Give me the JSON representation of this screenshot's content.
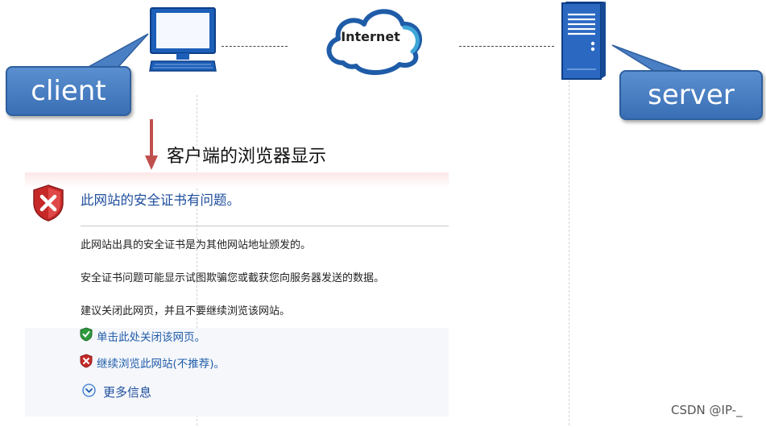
{
  "diagram": {
    "client_label": "client",
    "server_label": "server",
    "internet_label": "Internet",
    "browser_caption": "客户端的浏览器显示"
  },
  "warning": {
    "title": "此网站的安全证书有问题。",
    "line1": "此网站出具的安全证书是为其他网站地址颁发的。",
    "line2": "安全证书问题可能显示试图欺骗您或截获您向服务器发送的数据。",
    "line3": "建议关闭此网页，并且不要继续浏览该网站。",
    "close_link": "单击此处关闭该网页。",
    "continue_link": "继续浏览此网站(不推荐)。",
    "more_info": "更多信息"
  },
  "watermark": "CSDN @IP-_",
  "colors": {
    "callout_blue": "#3a6fb5",
    "arrow_red": "#c0504d",
    "link_blue": "#1f5ca8"
  },
  "icons": {
    "client": "desktop-computer-icon",
    "server": "server-tower-icon",
    "internet": "cloud-icon",
    "warning": "red-shield-x-icon",
    "close": "green-shield-check-icon",
    "continue": "red-shield-x-icon",
    "more": "expand-chevron-icon"
  }
}
